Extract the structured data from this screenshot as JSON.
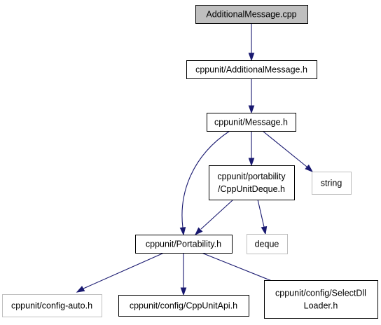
{
  "diagram": {
    "colors": {
      "edge": "#191970",
      "root_fill": "#bfbfbf",
      "node_border": "#000000",
      "external_border": "#bfbfbf",
      "node_fill": "#ffffff"
    },
    "nodes": [
      {
        "id": "additional-message-cpp",
        "lines": [
          "AdditionalMessage.cpp"
        ],
        "style": "root"
      },
      {
        "id": "cppunit-additional-message-h",
        "lines": [
          "cppunit/AdditionalMessage.h"
        ],
        "style": "normal"
      },
      {
        "id": "cppunit-message-h",
        "lines": [
          "cppunit/Message.h"
        ],
        "style": "normal"
      },
      {
        "id": "cppunit-portability-cppunitdeque-h",
        "lines": [
          "cppunit/portability",
          "/CppUnitDeque.h"
        ],
        "style": "normal"
      },
      {
        "id": "string",
        "lines": [
          "string"
        ],
        "style": "external"
      },
      {
        "id": "cppunit-portability-h",
        "lines": [
          "cppunit/Portability.h"
        ],
        "style": "normal"
      },
      {
        "id": "deque",
        "lines": [
          "deque"
        ],
        "style": "external"
      },
      {
        "id": "cppunit-config-auto-h",
        "lines": [
          "cppunit/config-auto.h"
        ],
        "style": "external"
      },
      {
        "id": "cppunit-config-cppunitapi-h",
        "lines": [
          "cppunit/config/CppUnitApi.h"
        ],
        "style": "normal"
      },
      {
        "id": "cppunit-config-selectdllloader-h",
        "lines": [
          "cppunit/config/SelectDll",
          "Loader.h"
        ],
        "style": "normal"
      }
    ],
    "edges": [
      {
        "from": "additional-message-cpp",
        "to": "cppunit-additional-message-h"
      },
      {
        "from": "cppunit-additional-message-h",
        "to": "cppunit-message-h"
      },
      {
        "from": "cppunit-message-h",
        "to": "cppunit-portability-cppunitdeque-h"
      },
      {
        "from": "cppunit-message-h",
        "to": "string"
      },
      {
        "from": "cppunit-message-h",
        "to": "cppunit-portability-h"
      },
      {
        "from": "cppunit-portability-cppunitdeque-h",
        "to": "cppunit-portability-h"
      },
      {
        "from": "cppunit-portability-cppunitdeque-h",
        "to": "deque"
      },
      {
        "from": "cppunit-portability-h",
        "to": "cppunit-config-auto-h"
      },
      {
        "from": "cppunit-portability-h",
        "to": "cppunit-config-cppunitapi-h"
      },
      {
        "from": "cppunit-portability-h",
        "to": "cppunit-config-selectdllloader-h"
      }
    ]
  }
}
